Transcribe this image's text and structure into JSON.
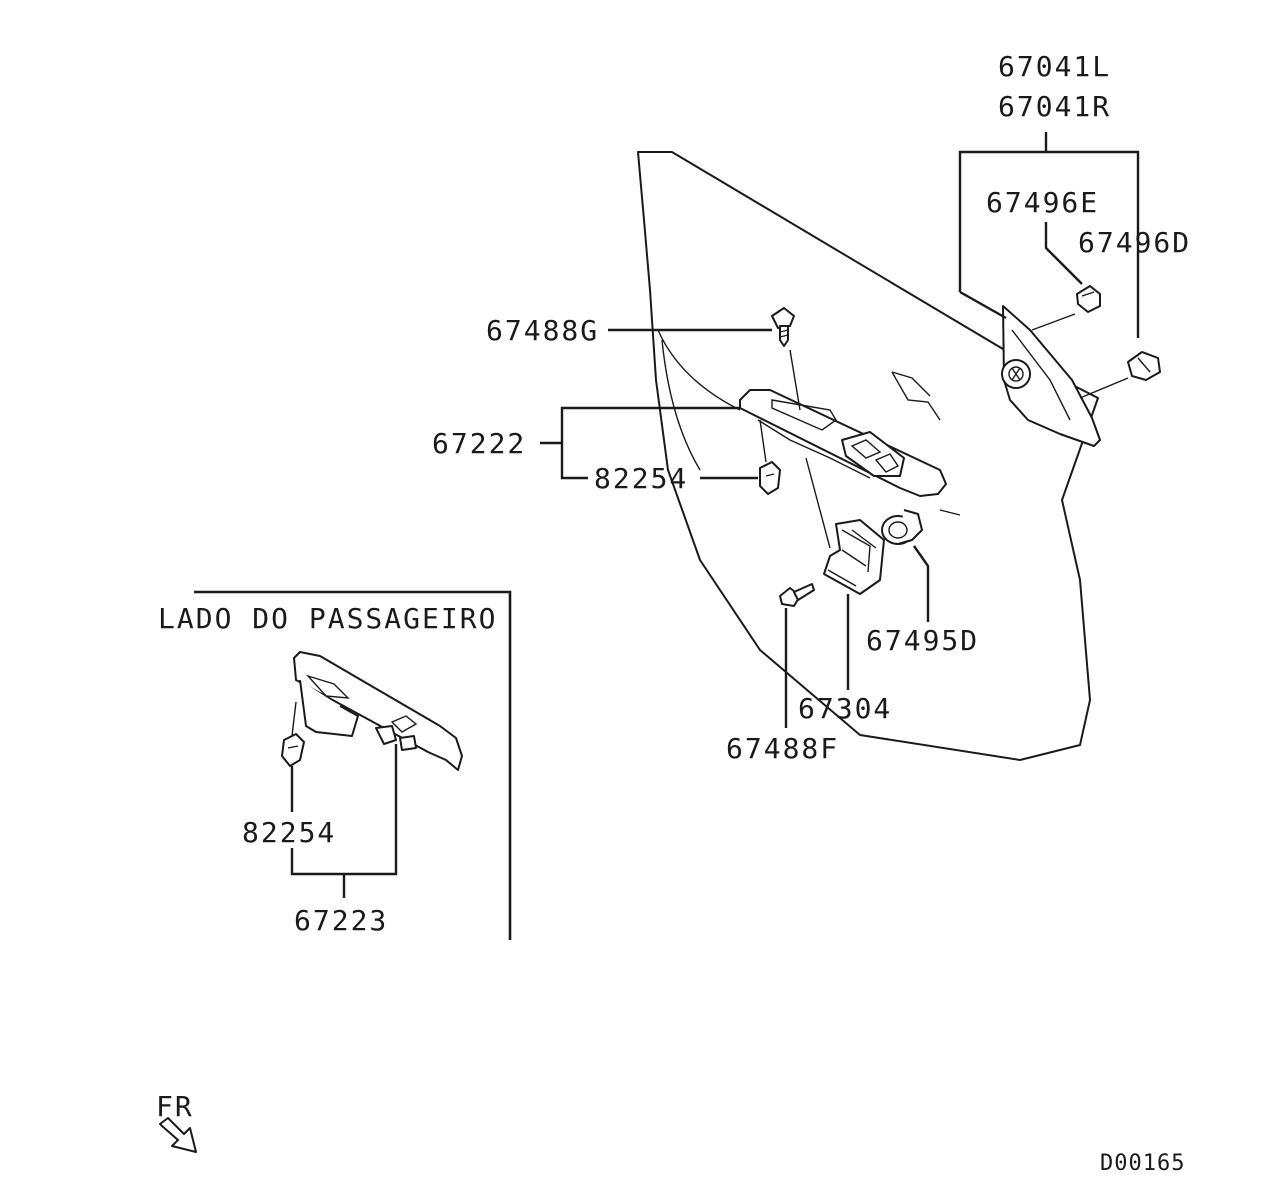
{
  "labels": {
    "p67041L": "67041L",
    "p67041R": "67041R",
    "p67496E": "67496E",
    "p67496D": "67496D",
    "p67488G": "67488G",
    "p67222": "67222",
    "p82254_main": "82254",
    "p67495D": "67495D",
    "p67304": "67304",
    "p67488F": "67488F",
    "inset_title": "LADO DO PASSAGEIRO",
    "p82254_inset": "82254",
    "p67223": "67223",
    "front_marker": "FR",
    "diagram_code": "D00165"
  },
  "icons": {
    "front_arrow": "arrow-down-right-icon"
  },
  "colors": {
    "ink": "#1a1a1a",
    "background": "#ffffff"
  }
}
